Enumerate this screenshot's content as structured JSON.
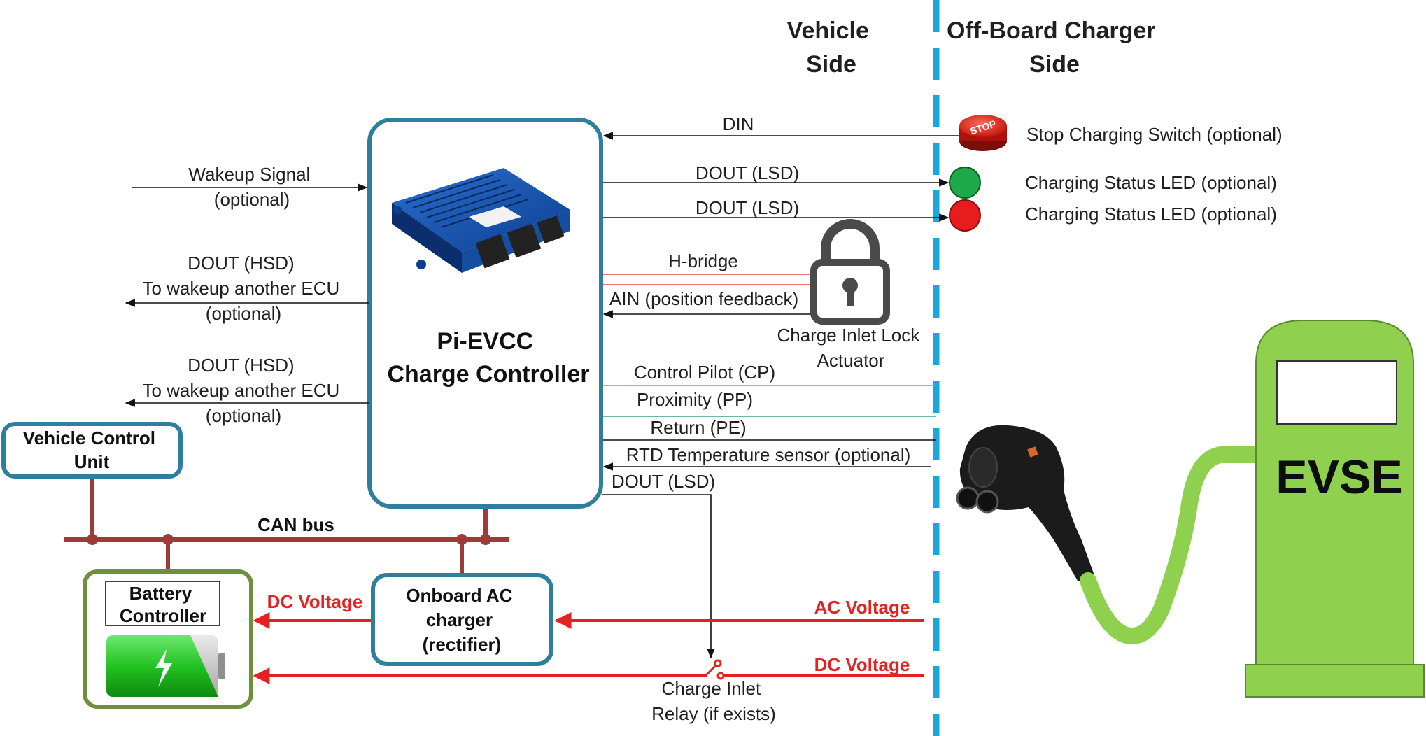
{
  "headers": {
    "vehicle_side": [
      "Vehicle",
      "Side"
    ],
    "charger_side": [
      "Off-Board Charger",
      "Side"
    ]
  },
  "controller": {
    "title_line1": "Pi-EVCC",
    "title_line2": "Charge Controller"
  },
  "left_signals": {
    "wakeup": [
      "Wakeup Signal",
      "(optional)"
    ],
    "dout_hsd_1": [
      "DOUT (HSD)",
      "To wakeup another ECU",
      "(optional)"
    ],
    "dout_hsd_2": [
      "DOUT (HSD)",
      "To wakeup another ECU",
      "(optional)"
    ]
  },
  "right_signals": {
    "din": "DIN",
    "dout_lsd_1": "DOUT (LSD)",
    "dout_lsd_2": "DOUT (LSD)",
    "hbridge": "H-bridge",
    "ain": "AIN (position feedback)",
    "cp": "Control Pilot (CP)",
    "pp": "Proximity (PP)",
    "pe": "Return (PE)",
    "rtd": "RTD Temperature sensor (optional)",
    "dout_lsd_3": "DOUT (LSD)"
  },
  "peripherals": {
    "stop_switch": "Stop Charging Switch (optional)",
    "stop_sign": "STOP",
    "led_green": "Charging Status LED (optional)",
    "led_red": "Charging Status LED (optional)",
    "lock": [
      "Charge Inlet Lock",
      "Actuator"
    ],
    "relay": [
      "Charge Inlet",
      "Relay (if exists)"
    ]
  },
  "vehicle": {
    "vcu": [
      "Vehicle Control",
      "Unit"
    ],
    "can_bus": "CAN bus",
    "battery_controller": [
      "Battery",
      "Controller"
    ],
    "onboard_charger": [
      "Onboard AC",
      "charger",
      "(rectifier)"
    ],
    "dc_voltage_left": "DC Voltage",
    "ac_voltage": "AC Voltage",
    "dc_voltage_right": "DC Voltage"
  },
  "evse": {
    "label": "EVSE"
  },
  "colors": {
    "controller_border": "#2e7f9e",
    "divider": "#1aa7e0",
    "can_bus": "#a03a3a",
    "power_line": "#e32222",
    "battery_border": "#6f8f3a",
    "evse_green": "#8fd14f",
    "led_green": "#1fa84a",
    "led_red": "#e81c1c",
    "cp_line": "#c98a3a",
    "pp_line": "#3a9a8a",
    "hbridge_line": "#e24a4a"
  }
}
